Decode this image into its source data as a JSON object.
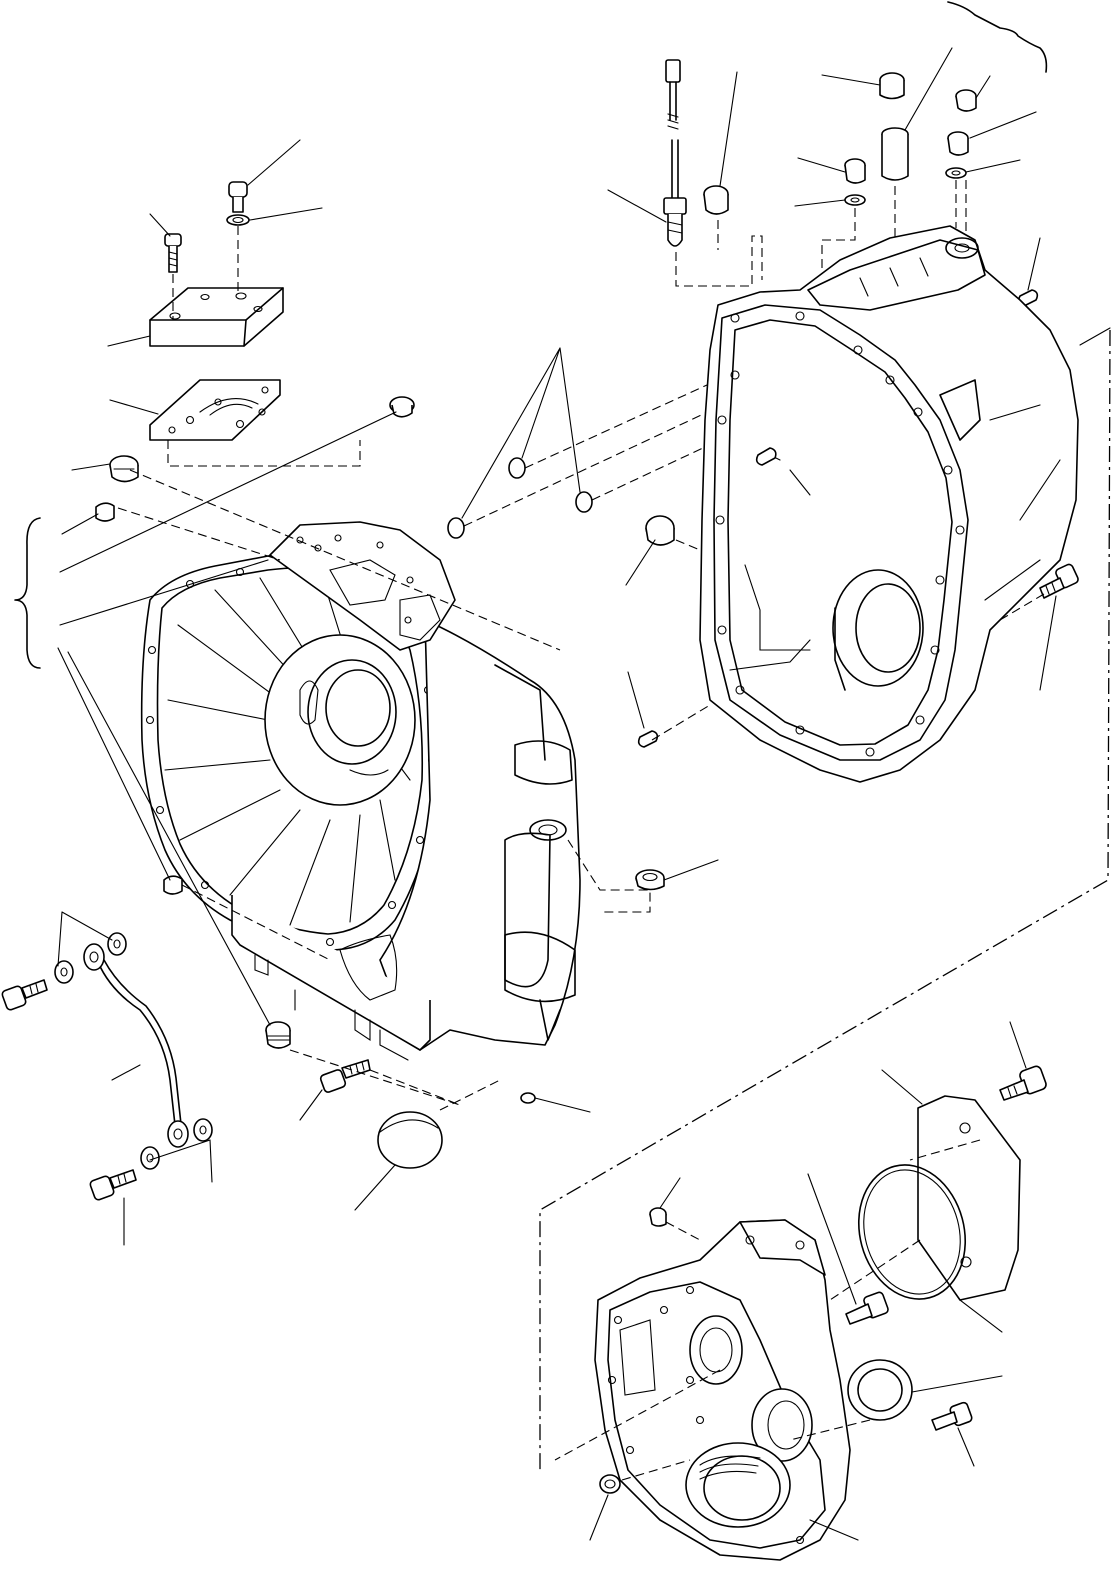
{
  "diagram": {
    "kind": "exploded parts view",
    "text_labels": []
  },
  "groups": {
    "left_bracket": "brace-left",
    "top_right_bracket": "brace-top-right"
  }
}
